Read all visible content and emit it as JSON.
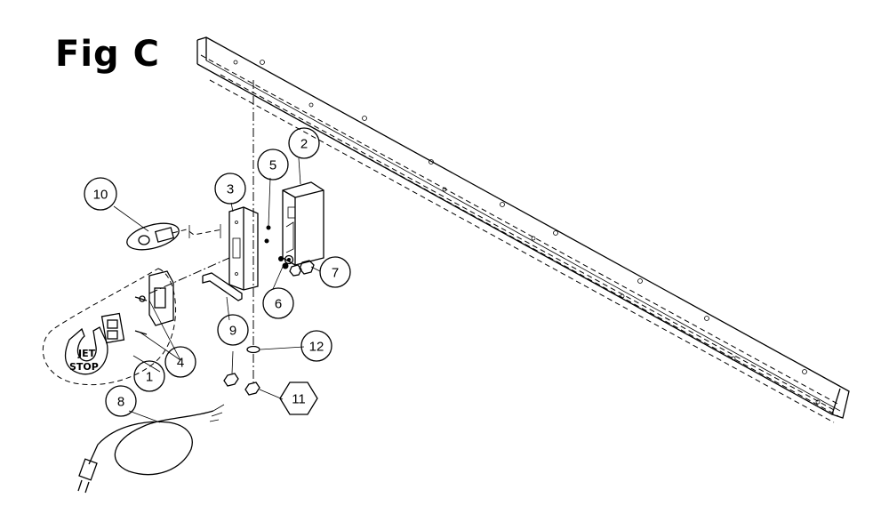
{
  "title": "Fig C",
  "callouts": [
    {
      "id": "1",
      "shape": "circle"
    },
    {
      "id": "2",
      "shape": "circle"
    },
    {
      "id": "3",
      "shape": "circle"
    },
    {
      "id": "4",
      "shape": "circle"
    },
    {
      "id": "5",
      "shape": "circle"
    },
    {
      "id": "6",
      "shape": "circle"
    },
    {
      "id": "7",
      "shape": "circle"
    },
    {
      "id": "8",
      "shape": "circle"
    },
    {
      "id": "9",
      "shape": "circle"
    },
    {
      "id": "10",
      "shape": "circle"
    },
    {
      "id": "11",
      "shape": "hexagon"
    },
    {
      "id": "12",
      "shape": "circle"
    }
  ],
  "switch_cover_text": [
    "JET",
    "STOP"
  ]
}
